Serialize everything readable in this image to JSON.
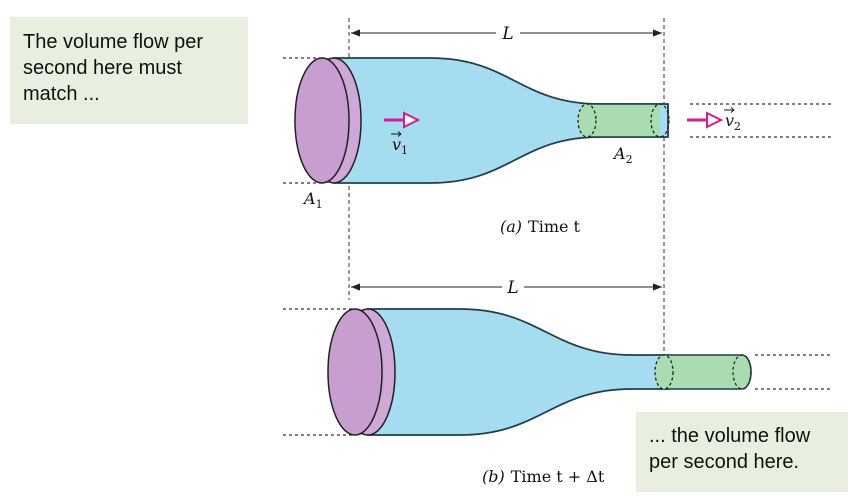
{
  "callouts": {
    "top": [
      "The volume flow per",
      "second here must",
      "match ..."
    ],
    "bottom": [
      "... the volume flow",
      "per second here."
    ]
  },
  "labels": {
    "length": "L",
    "area_1": "A",
    "area_1_sub": "1",
    "area_2": "A",
    "area_2_sub": "2",
    "velocity_1": "v",
    "velocity_1_sub": "1",
    "velocity_2": "v",
    "velocity_2_sub": "2",
    "caption_a_tag": "(a)",
    "caption_a_text": "Time t",
    "caption_b_tag": "(b)",
    "caption_b_text": "Time t + Δt"
  },
  "colors": {
    "fluid": "#a6dcef",
    "cylinder_purple": "#cfa8d6",
    "cylinder_green": "#a9dcb0",
    "arrow": "#d11f8f",
    "callout_bg": "#e9efdf"
  }
}
